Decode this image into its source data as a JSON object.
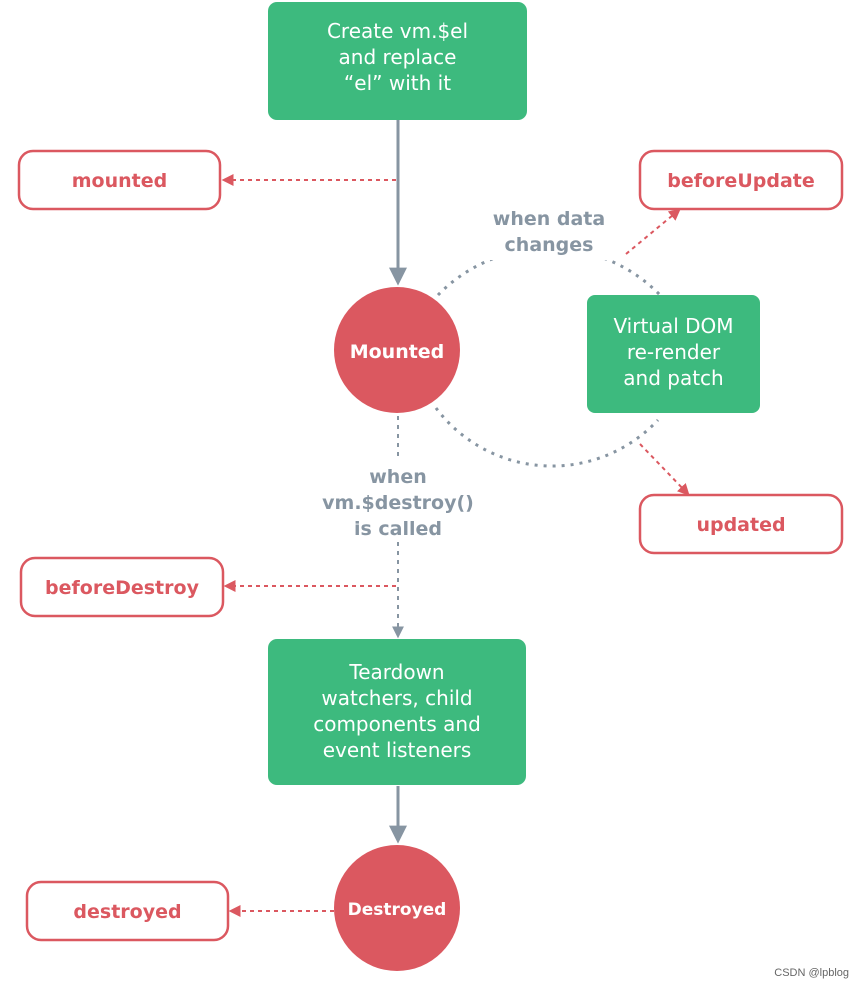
{
  "colors": {
    "green": "#3dba7e",
    "red": "#db5860",
    "gray": "#8795a2",
    "white": "#ffffff"
  },
  "nodes": {
    "create": {
      "lines": [
        "Create vm.$el",
        "and replace",
        "“el” with it"
      ]
    },
    "mounted_circle": {
      "label": "Mounted"
    },
    "virtual_dom": {
      "lines": [
        "Virtual DOM",
        "re-render",
        "and patch"
      ]
    },
    "teardown": {
      "lines": [
        "Teardown",
        "watchers, child",
        "components and",
        "event listeners"
      ]
    },
    "destroyed_circle": {
      "label": "Destroyed"
    }
  },
  "hooks": {
    "mounted": "mounted",
    "before_update": "beforeUpdate",
    "updated": "updated",
    "before_destroy": "beforeDestroy",
    "destroyed": "destroyed"
  },
  "annotations": {
    "data_changes": [
      "when data",
      "changes"
    ],
    "destroy_called": [
      "when",
      "vm.$destroy()",
      "is called"
    ]
  },
  "watermark": "CSDN @lpblog"
}
